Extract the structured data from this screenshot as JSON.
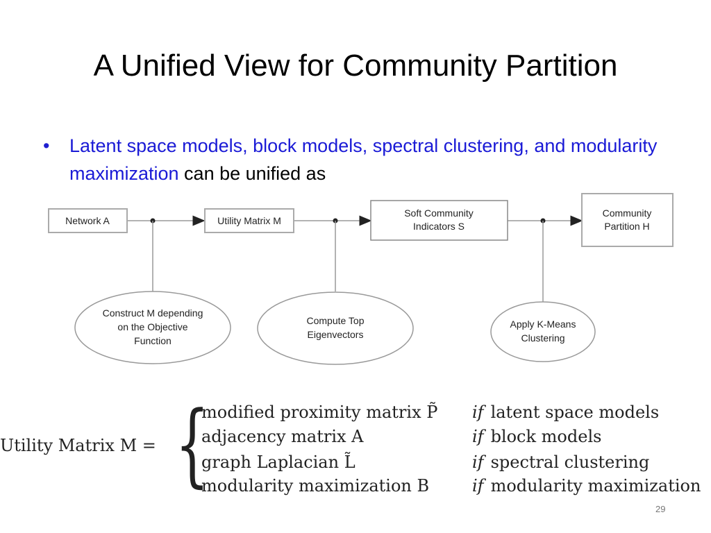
{
  "slide": {
    "title": "A Unified View for Community Partition",
    "bullet": {
      "highlight": "Latent space models, block models, spectral clustering, and modularity maximization",
      "rest": " can be unified as"
    },
    "page_number": "29"
  },
  "diagram": {
    "boxes": [
      {
        "label_lines": [
          "Network A"
        ]
      },
      {
        "label_lines": [
          "Utility Matrix M"
        ]
      },
      {
        "label_lines": [
          "Soft Community",
          "Indicators S"
        ]
      },
      {
        "label_lines": [
          "Community",
          "Partition H"
        ]
      }
    ],
    "steps": [
      {
        "label_lines": [
          "Construct M depending",
          "on the Objective",
          "Function"
        ]
      },
      {
        "label_lines": [
          "Compute Top",
          "Eigenvectors"
        ]
      },
      {
        "label_lines": [
          "Apply K-Means",
          "Clustering"
        ]
      }
    ]
  },
  "formula": {
    "lhs": "Utility Matrix M =",
    "cases": [
      {
        "expr": "modified proximity matrix P̃",
        "cond_kw": "if",
        "cond": "latent space models"
      },
      {
        "expr": "adjacency matrix A",
        "cond_kw": "if",
        "cond": "block models"
      },
      {
        "expr": "graph Laplacian L̃",
        "cond_kw": "if",
        "cond": "spectral clustering"
      },
      {
        "expr": "modularity maximization  B",
        "cond_kw": "if",
        "cond": "modularity maximization"
      }
    ]
  }
}
